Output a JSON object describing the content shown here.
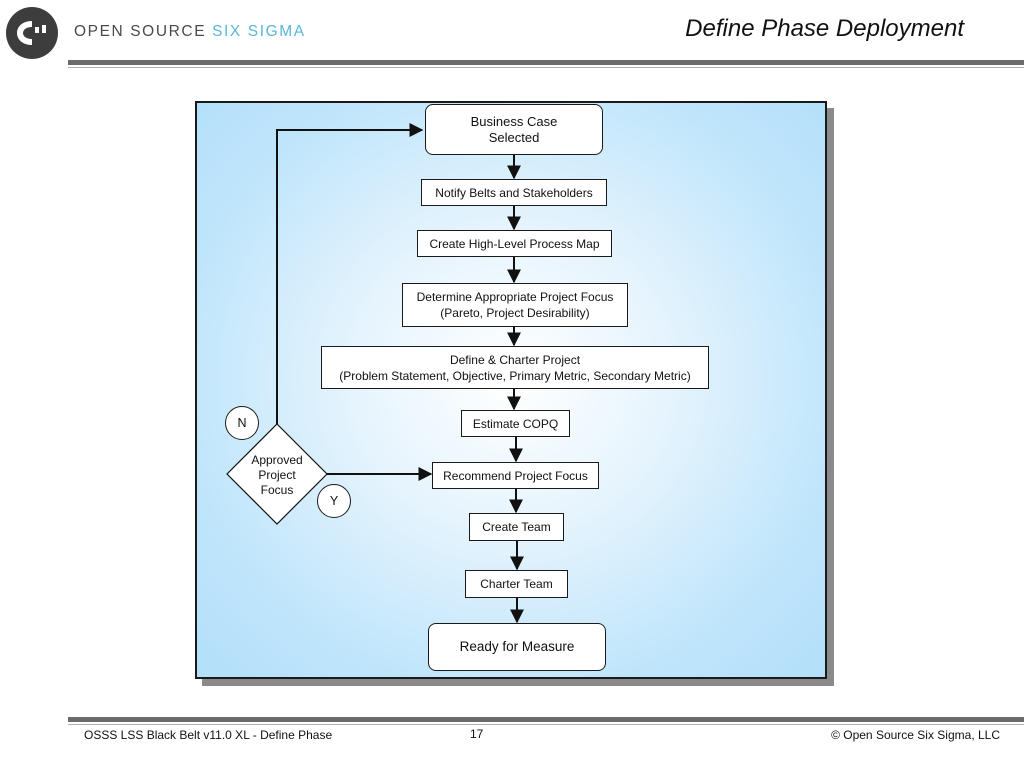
{
  "header": {
    "brand_main": "OPEN SOURCE ",
    "brand_accent": "SIX SIGMA",
    "slide_title": "Define Phase Deployment",
    "logo_icon": "open-source-six-sigma-logo-icon"
  },
  "flowchart": {
    "nodes": {
      "start": "Business Case\nSelected",
      "notify": "Notify Belts and Stakeholders",
      "process_map": "Create High-Level Process Map",
      "focus": "Determine Appropriate Project Focus\n(Pareto, Project Desirability)",
      "charter_project": "Define & Charter Project\n(Problem Statement, Objective, Primary Metric, Secondary Metric)",
      "copq": "Estimate COPQ",
      "recommend": "Recommend Project Focus",
      "create_team": "Create Team",
      "charter_team": "Charter Team",
      "end": "Ready for Measure",
      "decision": "Approved\nProject\nFocus"
    },
    "labels": {
      "no": "N",
      "yes": "Y"
    }
  },
  "footer": {
    "left": "OSSS LSS Black Belt  v11.0 XL - Define Phase",
    "page_number": "17",
    "right": "© Open Source Six Sigma, LLC"
  },
  "colors": {
    "brand_accent": "#59b7d6",
    "panel_fill": "#b3dffa",
    "rule": "#6b6b6b"
  }
}
